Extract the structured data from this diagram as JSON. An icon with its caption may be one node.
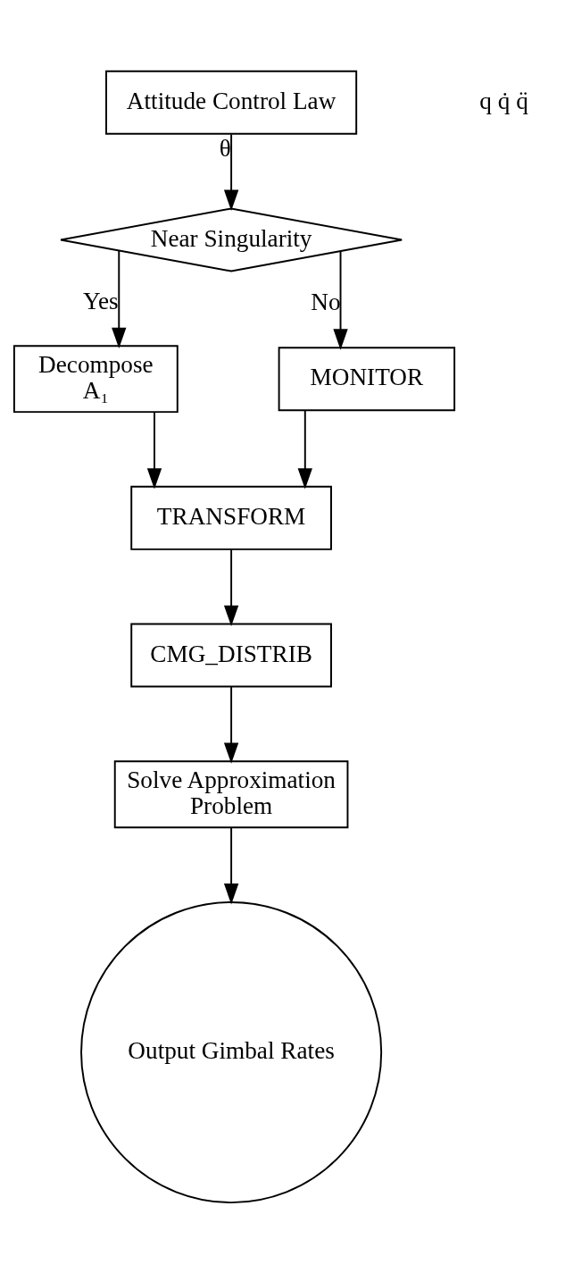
{
  "diagram": {
    "nodes": [
      {
        "text": [
          "Attitude Control Law"
        ]
      },
      {
        "text": [
          "Near Singularity"
        ]
      },
      {
        "text": [
          "Decompose",
          "A₁"
        ]
      },
      {
        "text": [
          "MONITOR"
        ]
      },
      {
        "text": [
          "TRANSFORM"
        ]
      },
      {
        "text": [
          "CMG_DISTRIB"
        ]
      },
      {
        "text": [
          "Solve Approximation Problem"
        ]
      },
      {
        "text": [
          "Output Gimbal Rates"
        ]
      }
    ],
    "edges": [
      {
        "from": 0,
        "to": 1,
        "arrow": "to",
        "label": "θ"
      },
      {
        "from": 1,
        "to": 2,
        "arrow": "to",
        "label": "Yes"
      },
      {
        "from": 1,
        "to": 3,
        "arrow": "to",
        "label": "No"
      },
      {
        "from": 2,
        "to": 4,
        "arrow": "to"
      },
      {
        "from": 3,
        "to": 4,
        "arrow": "to"
      },
      {
        "from": 4,
        "to": 5,
        "arrow": "to"
      },
      {
        "from": 5,
        "to": 6,
        "arrow": "to"
      },
      {
        "from": 6,
        "to": 7,
        "arrow": "to"
      }
    ],
    "labels": [
      "q q̇ q̈"
    ]
  }
}
